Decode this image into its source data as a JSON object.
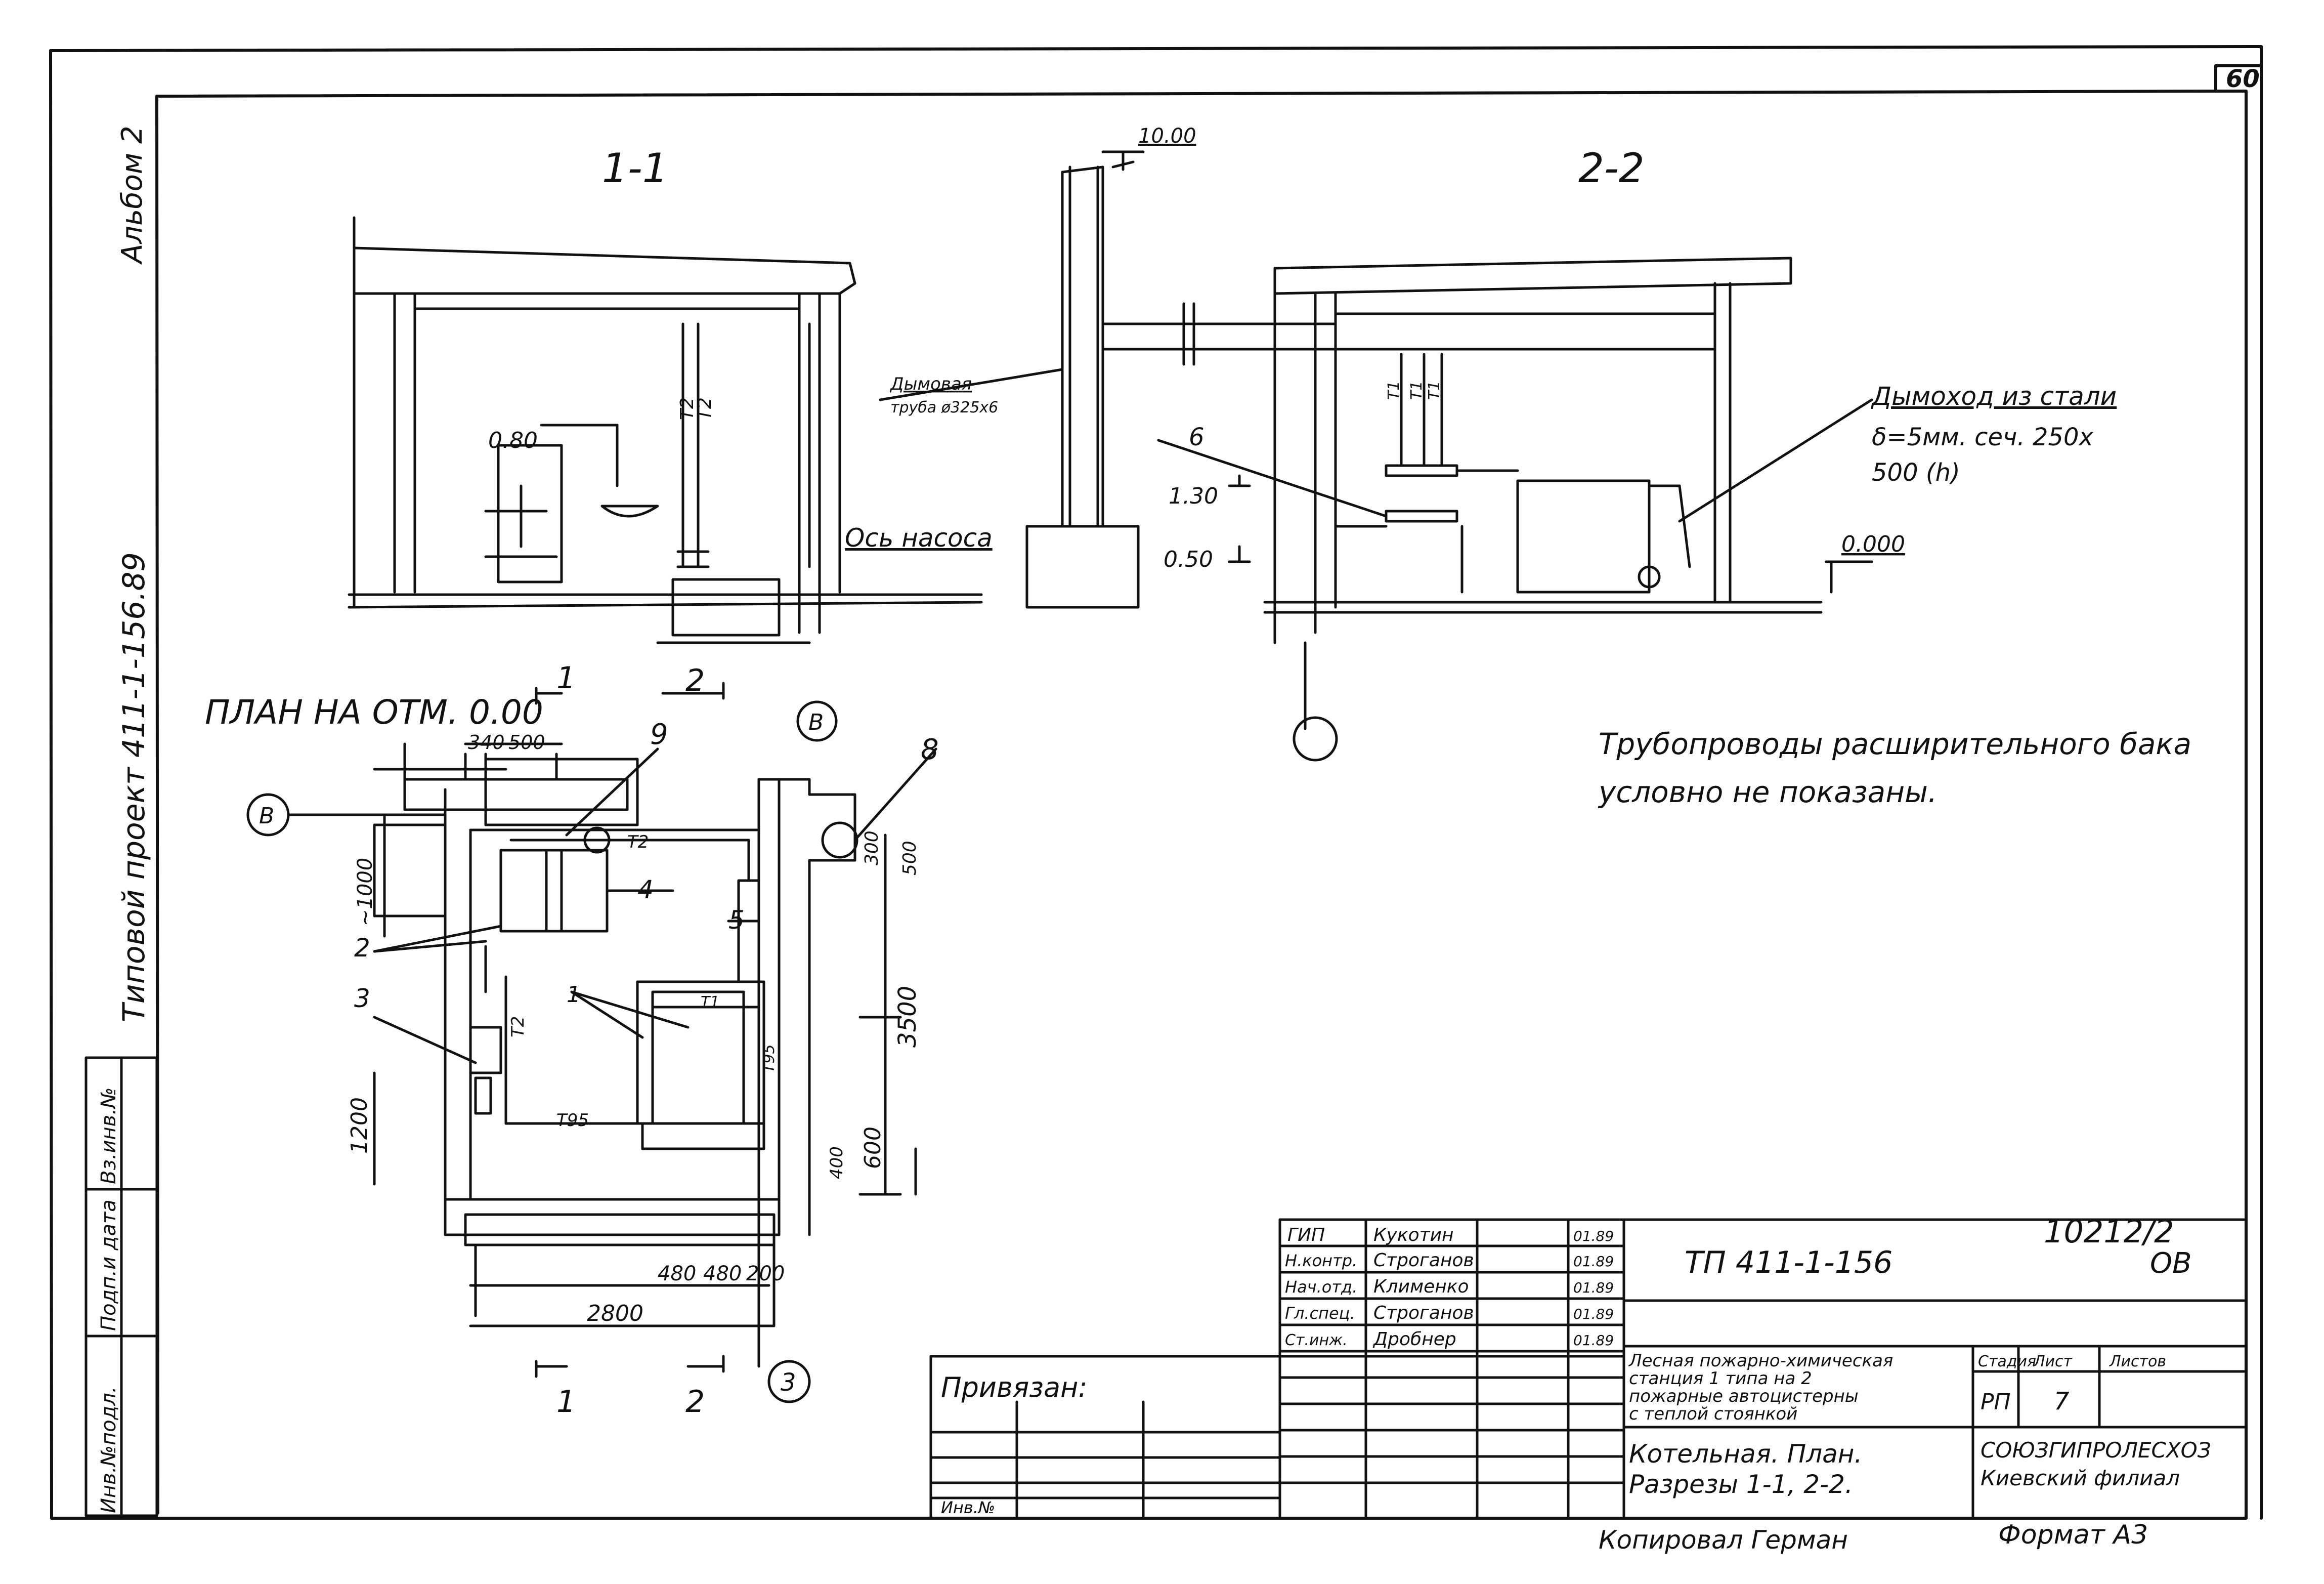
{
  "sheet": {
    "page_number": "60",
    "album": "Альбом 2",
    "project_label": "Типовой проект 411-1-156.89",
    "side_stamp": [
      "Инв.№подл.",
      "Подп.и дата",
      "Вз.инв.№"
    ],
    "copied_by": "Копировал Герман",
    "format": "Формат А3",
    "archive_number": "10212/2"
  },
  "section_1": {
    "title": "1-1",
    "labels": {
      "elev_080": "0.80",
      "pipe_t2_a": "Т2",
      "pipe_t2_b": "Т2",
      "pump_axis": "Ось насоса",
      "chimney_line1": "Дымовая",
      "chimney_line2": "труба ø325х6",
      "top_elev": "10.00"
    }
  },
  "section_2": {
    "title": "2-2",
    "labels": {
      "item6": "6",
      "elev_130": "1.30",
      "elev_050": "0.50",
      "elev_0000": "0.000",
      "flue_line1": "Дымоход из стали",
      "flue_line2": "δ=5мм. сеч. 250х",
      "flue_line3": "500 (h)",
      "t1_a": "Т1",
      "t1_b": "Т1",
      "t1_c": "Т1"
    }
  },
  "plan": {
    "title": "ПЛАН НА ОТМ. 0.00",
    "cut_markers": [
      "1",
      "2",
      "1",
      "2"
    ],
    "axis_b_a": "В",
    "axis_b_b": "В",
    "axis_3": "3",
    "items": [
      "1",
      "2",
      "3",
      "4",
      "5",
      "8",
      "9"
    ],
    "dimensions": {
      "d340": "340",
      "d500": "500",
      "d1000": "~1000",
      "d300": "300",
      "d500b": "500",
      "d3500": "3500",
      "d1200": "1200",
      "d400": "400",
      "d600": "600",
      "d480a": "480",
      "d480b": "480",
      "d200": "200",
      "d2800": "2800"
    },
    "pipes": {
      "t2_top": "Т2",
      "t2_side": "Т2",
      "t1": "Т1",
      "t95_bottom": "Т95",
      "t95_side": "Т95"
    }
  },
  "note": {
    "line1": "Трубопроводы расширительного бака",
    "line2": "условно не показаны."
  },
  "title_block": {
    "signatures": [
      {
        "role": "ГИП",
        "name": "Кукотин",
        "date": "01.89"
      },
      {
        "role": "Н.контр.",
        "name": "Строганов",
        "date": "01.89"
      },
      {
        "role": "Нач.отд.",
        "name": "Клименко",
        "date": "01.89"
      },
      {
        "role": "Гл.спец.",
        "name": "Строганов",
        "date": "01.89"
      },
      {
        "role": "Ст.инж.",
        "name": "Дробнер",
        "date": "01.89"
      }
    ],
    "project_code": "ТП 411-1-156",
    "mark": "ОВ",
    "object_name": [
      "Лесная пожарно-химическая",
      "станция 1 типа на 2",
      "пожарные автоцистерны",
      "с теплой стоянкой"
    ],
    "stage_label": "Стадия",
    "sheet_label": "Лист",
    "sheets_label": "Листов",
    "stage": "РП",
    "sheet": "7",
    "drawing_title": [
      "Котельная. План.",
      "Разрезы 1-1, 2-2."
    ],
    "organization": [
      "СОЮЗГИПРОЛЕСХОЗ",
      "Киевский филиал"
    ],
    "attached": "Привязан:",
    "inv_no": "Инв.№"
  }
}
